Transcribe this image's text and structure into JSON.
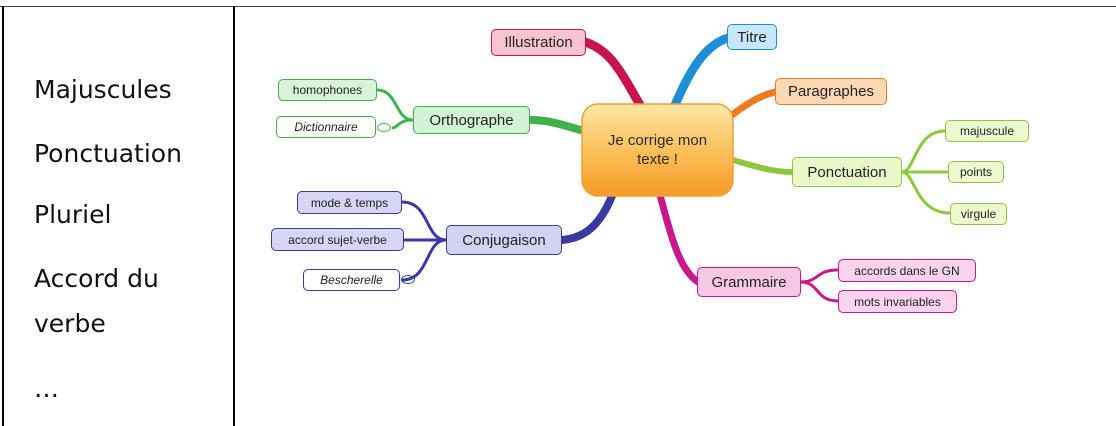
{
  "left_column": {
    "items": [
      "Majuscules",
      "Ponctuation",
      "Pluriel",
      "Accord du",
      "verbe",
      "…"
    ]
  },
  "mindmap": {
    "center": {
      "line1": "Je corrige mon",
      "line2": "texte !"
    },
    "branches": {
      "illustration": {
        "label": "Illustration",
        "color": "#c8154e"
      },
      "titre": {
        "label": "Titre",
        "color": "#1e8fd6"
      },
      "paragraphes": {
        "label": "Paragraphes",
        "color": "#ee7a22"
      },
      "ponctuation": {
        "label": "Ponctuation",
        "color": "#8cc83c",
        "children": [
          "majuscule",
          "points",
          "virgule"
        ]
      },
      "grammaire": {
        "label": "Grammaire",
        "color": "#c8188c",
        "children": [
          "accords dans le GN",
          "mots invariables"
        ]
      },
      "conjugaison": {
        "label": "Conjugaison",
        "color": "#3a3aa0",
        "children": [
          "mode & temps",
          "accord sujet-verbe",
          "Bescherelle"
        ]
      },
      "orthographe": {
        "label": "Orthographe",
        "color": "#3fb24a",
        "children": [
          "homophones",
          "Dictionnaire"
        ]
      }
    }
  }
}
